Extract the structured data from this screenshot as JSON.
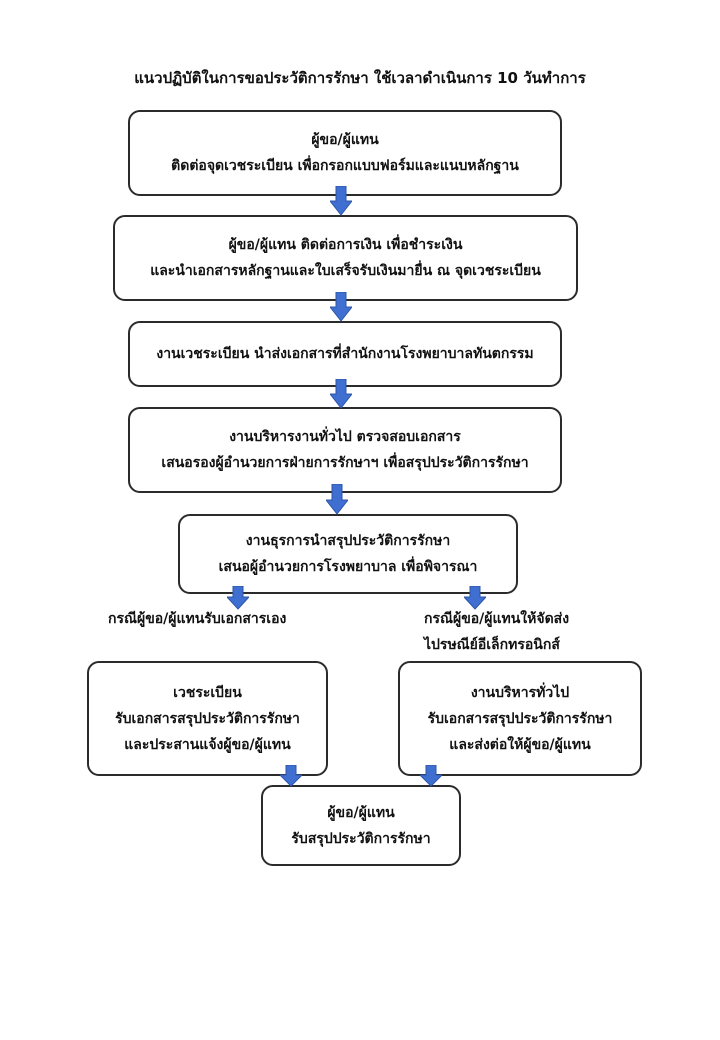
{
  "title": "แนวปฏิบัติในการขอประวัติการรักษา ใช้เวลาดำเนินการ 10 วันทำการ",
  "steps": [
    {
      "line1": "ผู้ขอ/ผู้แทน",
      "line2": "ติดต่อจุดเวชระเบียน เพื่อกรอกแบบฟอร์มและแนบหลักฐาน"
    },
    {
      "line1": "ผู้ขอ/ผู้แทน ติดต่อการเงิน เพื่อชำระเงิน",
      "line2": "และนำเอกสารหลักฐานและใบเสร็จรับเงินมายื่น ณ จุดเวชระเบียน"
    },
    {
      "line1": "งานเวชระเบียน นำส่งเอกสารที่สำนักงานโรงพยาบาลทันตกรรม"
    },
    {
      "line1": "งานบริหารงานทั่วไป ตรวจสอบเอกสาร",
      "line2": "เสนอรองผู้อำนวยการฝ่ายการรักษาฯ เพื่อสรุปประวัติการรักษา"
    },
    {
      "line1": "งานธุรการนำสรุปประวัติการรักษา",
      "line2": "เสนอผู้อำนวยการโรงพยาบาล เพื่อพิจารณา"
    }
  ],
  "branches": {
    "left_label": "กรณีผู้ขอ/ผู้แทนรับเอกสารเอง",
    "right_label_line1": "กรณีผู้ขอ/ผู้แทนให้จัดส่ง",
    "right_label_line2": "ไปรษณีย์อีเล็กทรอนิกส์",
    "left_box": {
      "line1": "เวชระเบียน",
      "line2": "รับเอกสารสรุปประวัติการรักษา",
      "line3": "และประสานแจ้งผู้ขอ/ผู้แทน"
    },
    "right_box": {
      "line1": "งานบริหารทั่วไป",
      "line2": "รับเอกสารสรุปประวัติการรักษา",
      "line3": "และส่งต่อให้ผู้ขอ/ผู้แทน"
    }
  },
  "final": {
    "line1": "ผู้ขอ/ผู้แทน",
    "line2": "รับสรุปประวัติการรักษา"
  },
  "colors": {
    "arrow": "#3f6fd0",
    "arrow_stroke": "#2c55a8",
    "border": "#2b2b2b"
  }
}
